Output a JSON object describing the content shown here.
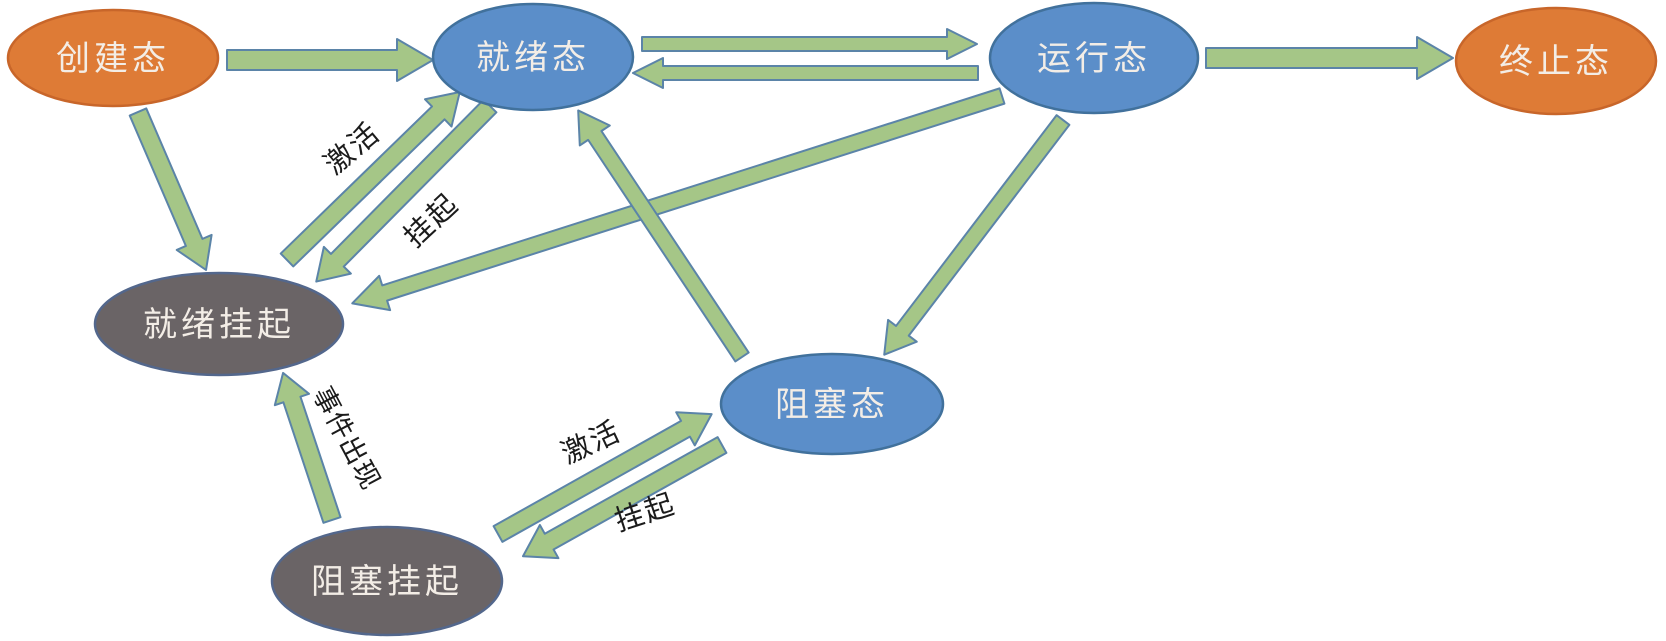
{
  "diagram": {
    "description_type": "process-state-transition-diagram",
    "nodes": [
      {
        "id": "create",
        "label": "创建态"
      },
      {
        "id": "ready",
        "label": "就绪态"
      },
      {
        "id": "running",
        "label": "运行态"
      },
      {
        "id": "terminated",
        "label": "终止态"
      },
      {
        "id": "ready-suspended",
        "label": "就绪挂起"
      },
      {
        "id": "blocked",
        "label": "阻塞态"
      },
      {
        "id": "blocked-suspended",
        "label": "阻塞挂起"
      }
    ],
    "edges": [
      {
        "from": "create",
        "to": "ready",
        "label": ""
      },
      {
        "from": "ready",
        "to": "running",
        "label": ""
      },
      {
        "from": "running",
        "to": "ready",
        "label": ""
      },
      {
        "from": "running",
        "to": "terminated",
        "label": ""
      },
      {
        "from": "create",
        "to": "ready-suspended",
        "label": ""
      },
      {
        "from": "ready-suspended",
        "to": "ready",
        "label": "激活"
      },
      {
        "from": "ready",
        "to": "ready-suspended",
        "label": "挂起"
      },
      {
        "from": "running",
        "to": "ready-suspended",
        "label": ""
      },
      {
        "from": "blocked",
        "to": "ready",
        "label": ""
      },
      {
        "from": "running",
        "to": "blocked",
        "label": ""
      },
      {
        "from": "blocked-suspended",
        "to": "ready-suspended",
        "label": "事件出现"
      },
      {
        "from": "blocked-suspended",
        "to": "blocked",
        "label": "激活"
      },
      {
        "from": "blocked",
        "to": "blocked-suspended",
        "label": "挂起"
      }
    ]
  },
  "colors": {
    "background": "#ffffff",
    "node_orange": "#DE7B36",
    "node_orange_border": "#C8662A",
    "node_blue": "#5B8EC9",
    "node_blue_border": "#41719C",
    "node_gray": "#6A6466",
    "node_gray_border": "#53678C",
    "node_text": "#F3EDE6",
    "arrow_fill": "#A5C687",
    "arrow_border": "#5B84A8",
    "edge_label_color": "#1B1B1B"
  }
}
